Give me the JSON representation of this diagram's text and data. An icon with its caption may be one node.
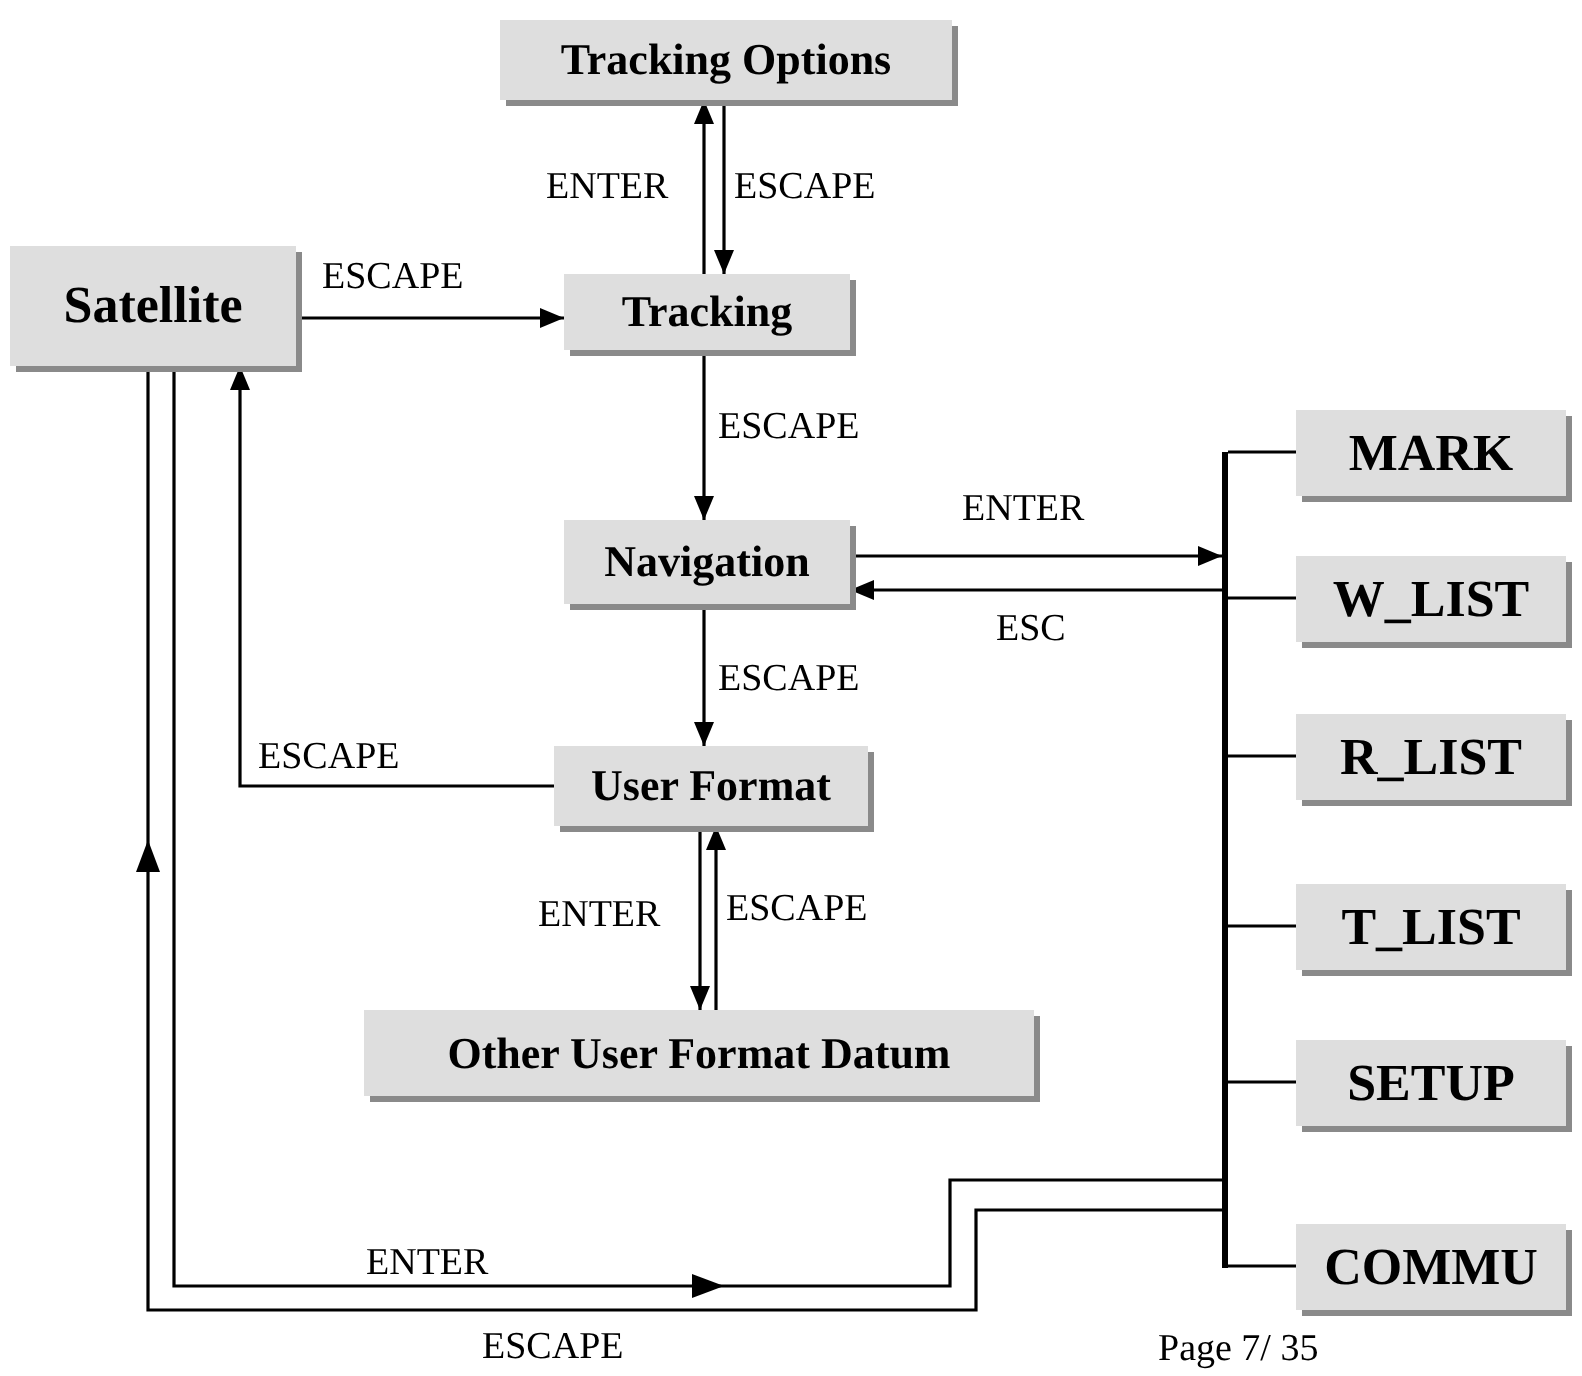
{
  "diagram": {
    "nodes": [
      {
        "text": [
          "Tracking Options"
        ]
      },
      {
        "text": [
          "Satellite"
        ]
      },
      {
        "text": [
          "Tracking"
        ]
      },
      {
        "text": [
          "Navigation"
        ]
      },
      {
        "text": [
          "User Format"
        ]
      },
      {
        "text": [
          "Other User Format Datum"
        ]
      },
      {
        "text": [],
        "shape": "bar"
      },
      {
        "text": [
          "MARK"
        ]
      },
      {
        "text": [
          "W_LIST"
        ]
      },
      {
        "text": [
          "R_LIST"
        ]
      },
      {
        "text": [
          "T_LIST"
        ]
      },
      {
        "text": [
          "SETUP"
        ]
      },
      {
        "text": [
          "COMMU"
        ]
      }
    ],
    "edges": [
      {
        "from": 2,
        "to": 0,
        "label": "ENTER",
        "arrow": "to"
      },
      {
        "from": 0,
        "to": 2,
        "label": "ESCAPE",
        "arrow": "to"
      },
      {
        "from": 1,
        "to": 2,
        "label": "ESCAPE",
        "arrow": "to"
      },
      {
        "from": 2,
        "to": 3,
        "label": "ESCAPE",
        "arrow": "to"
      },
      {
        "from": 3,
        "to": 6,
        "label": "ENTER",
        "arrow": "to"
      },
      {
        "from": 6,
        "to": 3,
        "label": "ESC",
        "arrow": "to"
      },
      {
        "from": 3,
        "to": 4,
        "label": "ESCAPE",
        "arrow": "to"
      },
      {
        "from": 4,
        "to": 1,
        "label": "ESCAPE",
        "arrow": "to"
      },
      {
        "from": 4,
        "to": 5,
        "label": "ENTER",
        "arrow": "to"
      },
      {
        "from": 5,
        "to": 4,
        "label": "ESCAPE",
        "arrow": "to"
      },
      {
        "from": 6,
        "to": 7,
        "arrow": "none"
      },
      {
        "from": 6,
        "to": 8,
        "arrow": "none"
      },
      {
        "from": 6,
        "to": 9,
        "arrow": "none"
      },
      {
        "from": 6,
        "to": 10,
        "arrow": "none"
      },
      {
        "from": 6,
        "to": 11,
        "arrow": "none"
      },
      {
        "from": 6,
        "to": 12,
        "arrow": "none"
      },
      {
        "from": 1,
        "to": 6,
        "label": "ENTER",
        "arrow": "to"
      },
      {
        "from": 6,
        "to": 1,
        "label": "ESCAPE",
        "arrow": "to"
      }
    ],
    "labels": [
      "Page 7/ 35"
    ]
  }
}
